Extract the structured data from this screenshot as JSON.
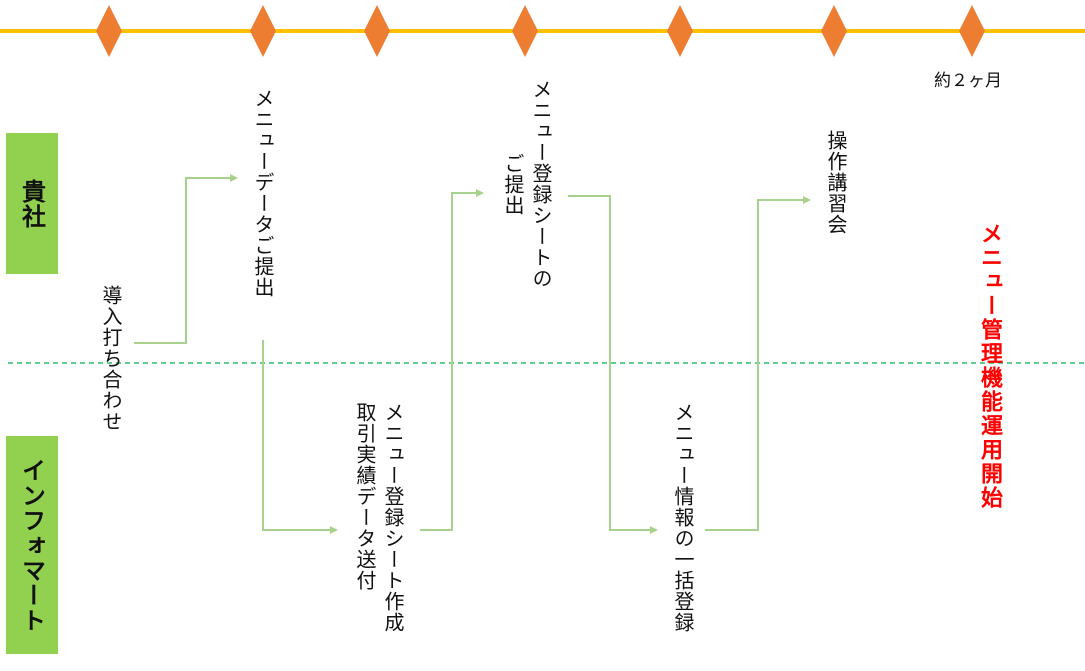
{
  "lanes": [
    {
      "label": "貴社"
    },
    {
      "label": "インフォマート"
    }
  ],
  "timeline": {
    "duration_label": "約２ヶ月",
    "line_color": "#ffc000",
    "diamond_color": "#ed7d31"
  },
  "steps": [
    {
      "text": "導入打ち合わせ",
      "lane": "boundary"
    },
    {
      "text": "メニューデータご提出",
      "lane": "貴社"
    },
    {
      "text": "メニュー登録シート作成",
      "lane": "インフォマート"
    },
    {
      "text": "取引実績データ送付",
      "lane": "インフォマート"
    },
    {
      "text": "メニュー登録シートの",
      "lane": "貴社"
    },
    {
      "text": "ご提出",
      "lane": "貴社"
    },
    {
      "text": "メニュー情報の一括登録",
      "lane": "インフォマート"
    },
    {
      "text": "操作講習会",
      "lane": "貴社"
    }
  ],
  "milestone": {
    "text": "メニュー管理機能運用開始",
    "color": "#ff0000"
  },
  "colors": {
    "lane_fill": "#92d050",
    "connector": "#a9d18e",
    "divider": "#00b050"
  }
}
